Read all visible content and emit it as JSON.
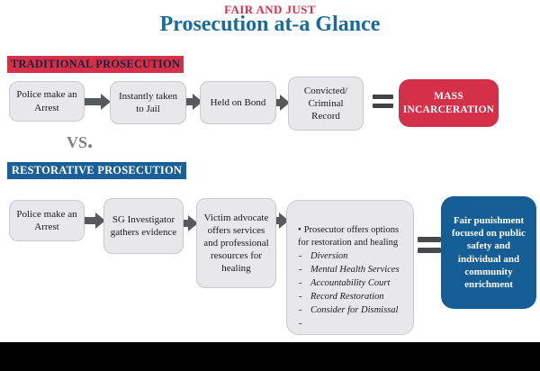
{
  "title": {
    "eyebrow": "FAIR AND JUST",
    "main": "Prosecution at-a Glance"
  },
  "glyphs": {
    "bullet": "•",
    "dash": "-",
    "vs": "vs."
  },
  "traditional": {
    "header": "TRADITIONAL PROSECUTION",
    "steps": [
      "Police make an Arrest",
      "Instantly taken to Jail",
      "Held on Bond",
      "Convicted/ Criminal Record"
    ],
    "result": "MASS INCARCERATION"
  },
  "restorative": {
    "header": "RESTORATIVE PROSECUTION",
    "steps": [
      "Police make an Arrest",
      "SG Investigator gathers evidence",
      "Victim advocate offers services and professional resources for healing"
    ],
    "prosecutor_intro": "Prosecutor offers options for restoration and healing",
    "options": [
      "Diversion",
      "Mental Health Services",
      "Accountability Court",
      "Record Restoration",
      "Consider for Dismissal",
      ""
    ],
    "result": "Fair punishment focused on public safety and individual and community enrichment"
  },
  "colors": {
    "red": "#d5304a",
    "bar_blue": "#1a5f98",
    "result_blue": "#155e95",
    "title_blue": "#176a9e",
    "box_gray": "#e8e8ea",
    "arrow_gray": "#58595b",
    "vs_gray": "#808184",
    "footer_black": "#000000"
  }
}
